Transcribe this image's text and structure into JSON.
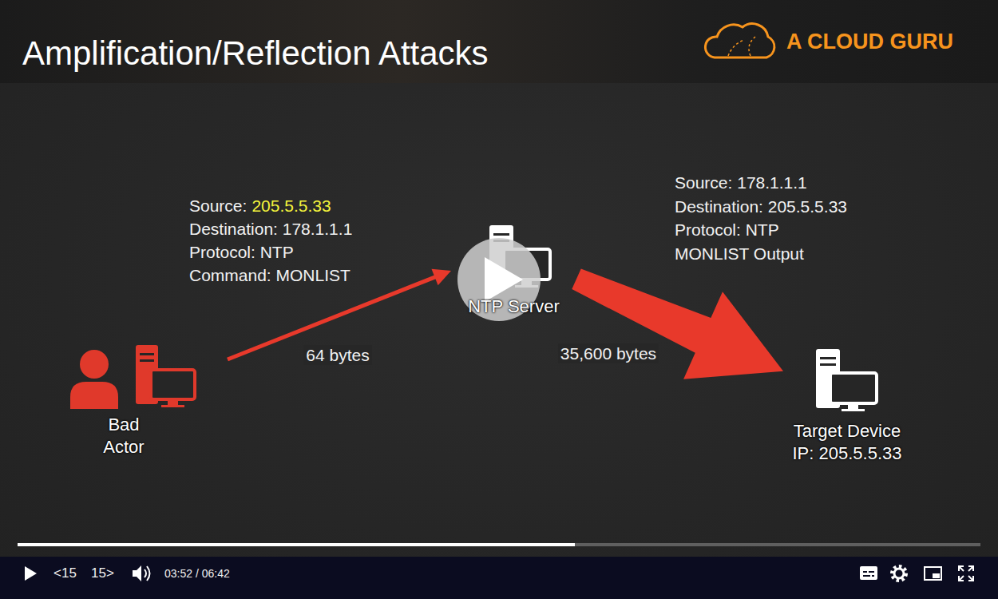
{
  "diagram": {
    "title": "Amplification/Reflection Attacks",
    "nodes": [
      {
        "text": [
          "Bad Actor"
        ]
      },
      {
        "text": [
          "NTP Server"
        ]
      },
      {
        "text": [
          "Target Device",
          "IP: 205.5.5.33"
        ]
      }
    ],
    "edges": [
      {
        "from": 0,
        "to": 1,
        "arrow": "to",
        "label": "64 bytes"
      },
      {
        "from": 1,
        "to": 2,
        "arrow": "to",
        "label": "35,600 bytes"
      }
    ],
    "labels": [
      "A CLOUD GURU",
      "Source:",
      "205.5.5.33",
      "Destination: 178.1.1.1",
      "Protocol: NTP",
      "Command: MONLIST",
      "Source: 178.1.1.1",
      "Destination: 205.5.5.33",
      "Protocol: NTP",
      "MONLIST Output",
      "<15",
      "15>",
      "03:52 / 06:42"
    ]
  }
}
